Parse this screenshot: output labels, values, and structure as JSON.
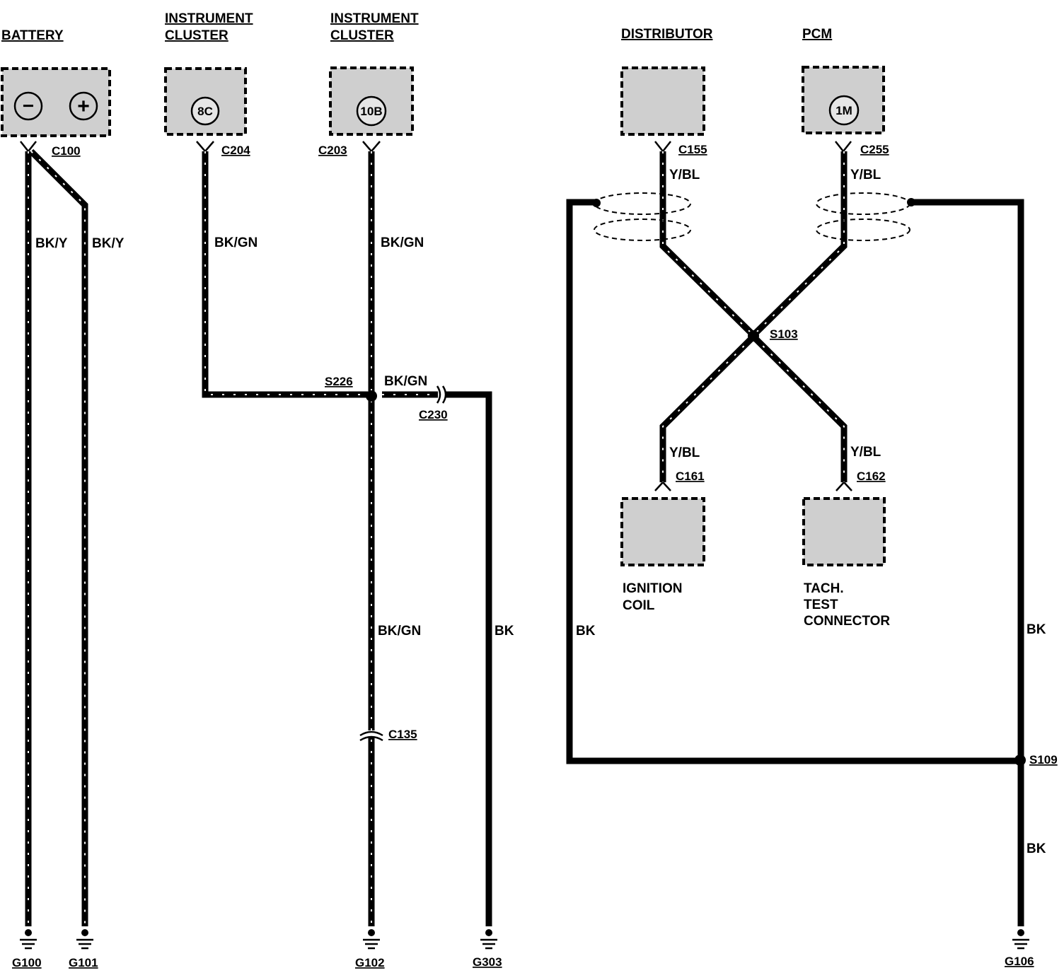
{
  "components": {
    "battery": {
      "name": "BATTERY",
      "neg_symbol": "−",
      "pos_symbol": "+",
      "connector": "C100"
    },
    "ic_8c": {
      "name_line1": "INSTRUMENT",
      "name_line2": "CLUSTER",
      "pin": "8C",
      "connector": "C204"
    },
    "ic_10b": {
      "name_line1": "INSTRUMENT",
      "name_line2": "CLUSTER",
      "pin": "10B",
      "connector": "C203"
    },
    "distributor": {
      "name": "DISTRIBUTOR",
      "connector": "C155"
    },
    "pcm": {
      "name": "PCM",
      "pin": "1M",
      "connector": "C255"
    },
    "ignition_coil": {
      "name_line1": "IGNITION",
      "name_line2": "COIL",
      "connector": "C161"
    },
    "tach_test": {
      "name_line1": "TACH.",
      "name_line2": "TEST",
      "name_line3": "CONNECTOR",
      "connector": "C162"
    }
  },
  "wire_colors": {
    "bat_neg": "BK/Y",
    "bat_pos": "BK/Y",
    "ic8c": "BK/GN",
    "ic10b_upper": "BK/GN",
    "s226_right": "BK/GN",
    "ic10b_lower": "BK/GN",
    "g303": "BK",
    "dist": "Y/BL",
    "pcm": "Y/BL",
    "coil": "Y/BL",
    "tach": "Y/BL",
    "left_shield": "BK",
    "right_shield": "BK",
    "g106": "BK"
  },
  "splices": {
    "s226": "S226",
    "s103": "S103",
    "s109": "S109"
  },
  "inline_connectors": {
    "c230": "C230",
    "c135": "C135"
  },
  "grounds": {
    "g100": "G100",
    "g101": "G101",
    "g102": "G102",
    "g303": "G303",
    "g106": "G106"
  }
}
